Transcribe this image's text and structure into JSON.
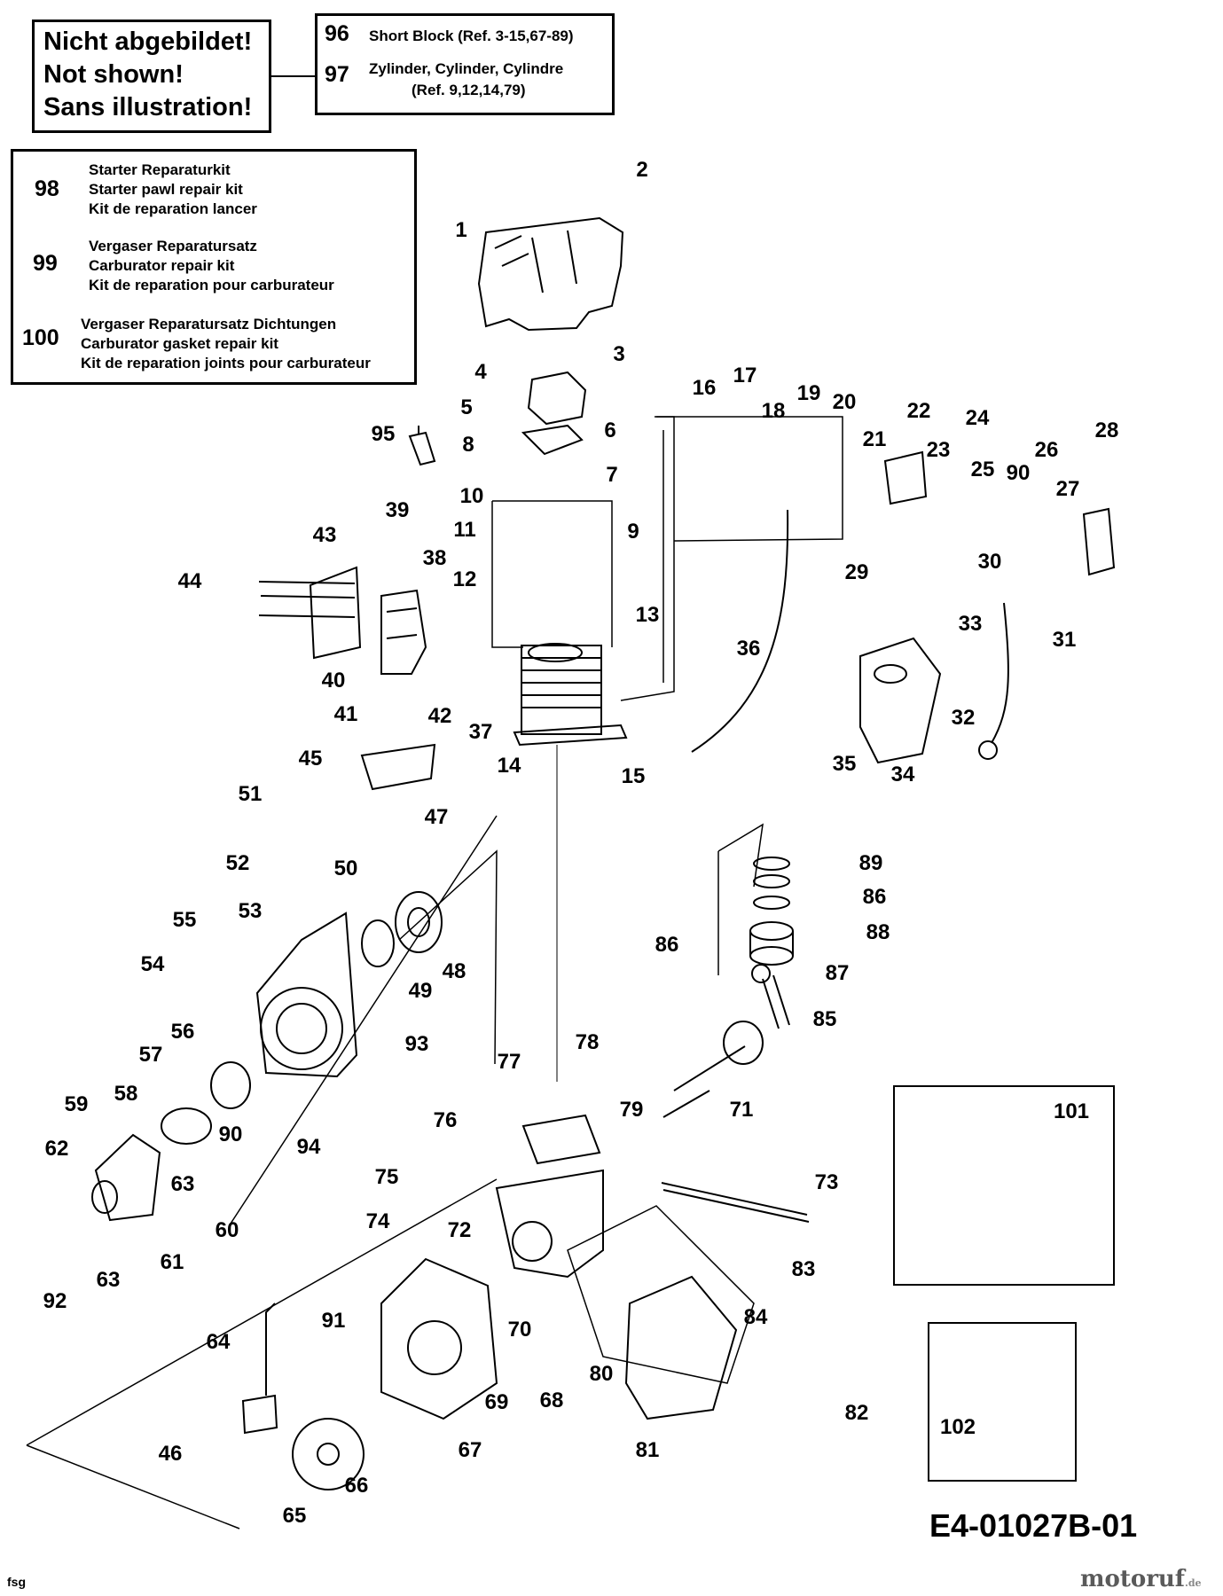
{
  "not_shown": [
    "Nicht abgebildet!",
    "Not shown!",
    "Sans illustration!"
  ],
  "ref_box": {
    "n96": "96",
    "t96": "Short Block (Ref. 3-15,67-89)",
    "n97": "97",
    "t97a": "Zylinder, Cylinder, Cylindre",
    "t97b": "(Ref. 9,12,14,79)"
  },
  "kits": {
    "n98": "98",
    "t98": [
      "Starter Reparaturkit",
      "Starter pawl repair kit",
      "Kit de reparation lancer"
    ],
    "n99": "99",
    "t99": [
      "Vergaser Reparatursatz",
      "Carburator repair kit",
      "Kit de reparation pour carburateur"
    ],
    "n100": "100",
    "t100": [
      "Vergaser Reparatursatz Dichtungen",
      "Carburator gasket repair kit",
      "Kit de reparation joints pour carburateur"
    ]
  },
  "part_numbers": [
    "1",
    "2",
    "3",
    "4",
    "5",
    "6",
    "7",
    "8",
    "9",
    "10",
    "11",
    "12",
    "13",
    "14",
    "15",
    "16",
    "17",
    "18",
    "19",
    "20",
    "21",
    "22",
    "23",
    "24",
    "25",
    "26",
    "27",
    "28",
    "29",
    "30",
    "31",
    "32",
    "33",
    "34",
    "35",
    "36",
    "37",
    "38",
    "39",
    "40",
    "41",
    "42",
    "43",
    "44",
    "45",
    "46",
    "47",
    "48",
    "49",
    "50",
    "51",
    "52",
    "53",
    "54",
    "55",
    "56",
    "57",
    "58",
    "59",
    "60",
    "61",
    "62",
    "63",
    "64",
    "65",
    "66",
    "67",
    "68",
    "69",
    "70",
    "71",
    "72",
    "73",
    "74",
    "75",
    "76",
    "77",
    "78",
    "79",
    "80",
    "81",
    "82",
    "83",
    "84",
    "85",
    "86",
    "87",
    "88",
    "89",
    "90",
    "91",
    "92",
    "93",
    "94",
    "95",
    "101",
    "102"
  ],
  "drawing_code": "E4-01027B-01",
  "footer_left": "fsg",
  "brand": "motoruf",
  "brand_suffix": ".de"
}
